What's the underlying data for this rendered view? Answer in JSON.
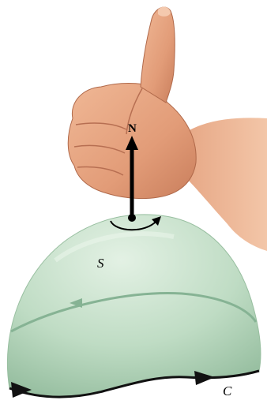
{
  "labels": {
    "normal": "N",
    "surface": "S",
    "curve": "C"
  },
  "colors": {
    "surface_fill": "#bfdcc4",
    "surface_edge": "#98bfa0",
    "inner_curve": "#86b394",
    "boundary": "#111111",
    "skin": "#e6a684"
  },
  "icons": {
    "hand": "thumbs-up-hand-icon"
  }
}
